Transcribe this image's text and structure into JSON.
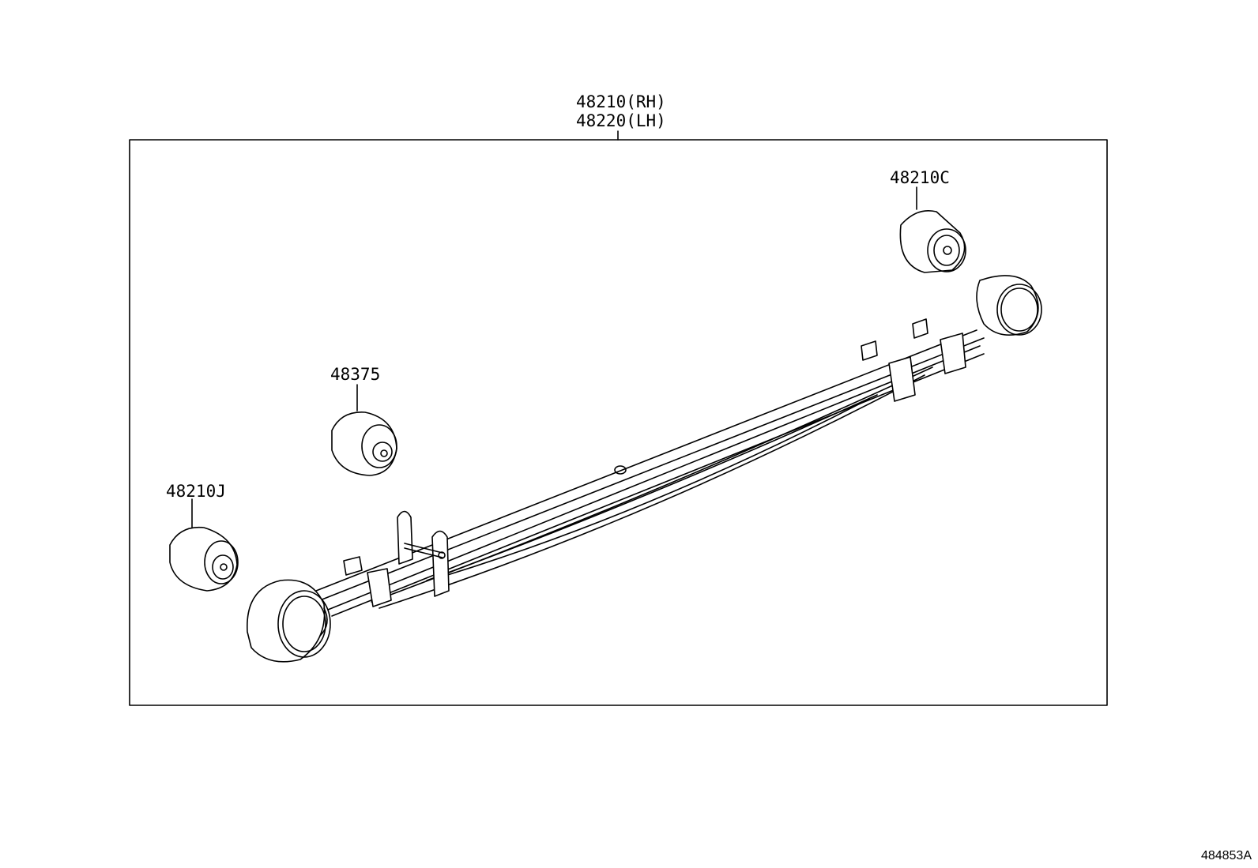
{
  "diagram": {
    "labels": {
      "main_rh": "48210(RH)",
      "main_lh": "48220(LH)",
      "bushing_front_right": "48210C",
      "bushing_center": "48375",
      "bushing_front_left": "48210J"
    },
    "reference_code": "484853A"
  }
}
